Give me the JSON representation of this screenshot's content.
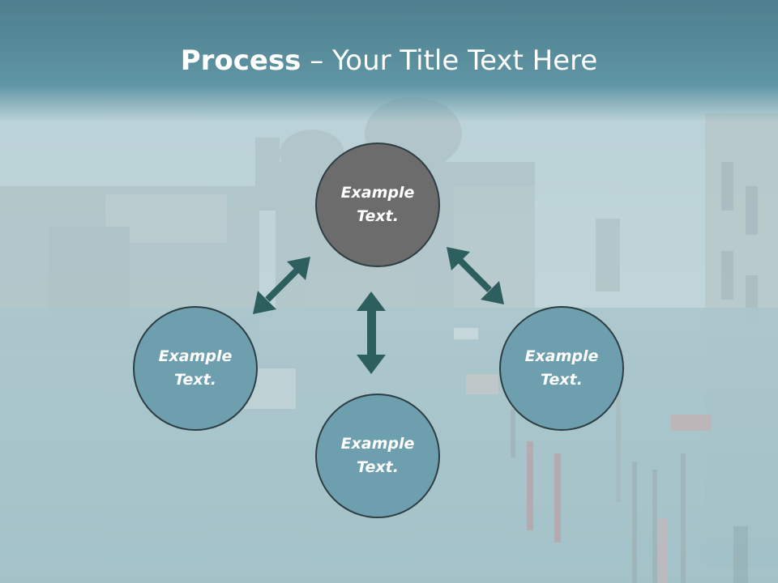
{
  "slide": {
    "title_bold": "Process",
    "title_rest": " – Your Title Text Here"
  },
  "nodes": {
    "center": {
      "line1": "Example",
      "line2": "Text."
    },
    "left": {
      "line1": "Example",
      "line2": "Text."
    },
    "bottom": {
      "line1": "Example",
      "line2": "Text."
    },
    "right": {
      "line1": "Example",
      "line2": "Text."
    }
  },
  "colors": {
    "title_bar": "#5a8f9e",
    "center_node": "#6c6c6c",
    "outer_node": "#6e9fae",
    "arrow": "#2e5f5f",
    "background_tint": "#bcd3d8"
  }
}
